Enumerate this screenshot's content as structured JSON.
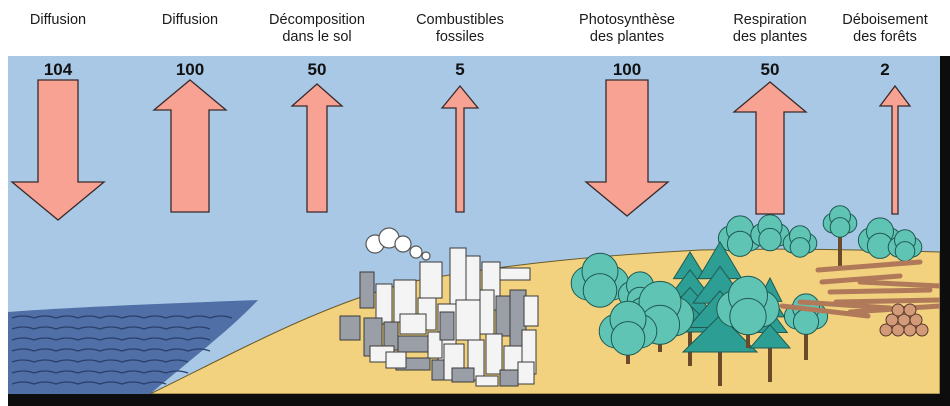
{
  "flows": [
    {
      "line1": "Diffusion",
      "line2": "",
      "value": "104",
      "direction": "down"
    },
    {
      "line1": "Diffusion",
      "line2": "",
      "value": "100",
      "direction": "up"
    },
    {
      "line1": "Décomposition",
      "line2": "dans le sol",
      "value": "50",
      "direction": "up"
    },
    {
      "line1": "Combustibles",
      "line2": "fossiles",
      "value": "5",
      "direction": "up"
    },
    {
      "line1": "Photosynthèse",
      "line2": "des plantes",
      "value": "100",
      "direction": "down"
    },
    {
      "line1": "Respiration",
      "line2": "des plantes",
      "value": "50",
      "direction": "up"
    },
    {
      "line1": "Déboisement",
      "line2": "des forêts",
      "value": "2",
      "direction": "up"
    }
  ],
  "colors": {
    "sky": "#a8c8e6",
    "arrow_fill": "#f7a292",
    "arrow_stroke": "#3a2a2a",
    "ground": "#f2d27e",
    "sea": "#4f6fa6",
    "tree_light": "#5fc4b4",
    "tree_dark": "#2d9e94",
    "factory_gray": "#9a9ea6",
    "factory_white": "#f4f4f4",
    "border": "#0d0d0d"
  }
}
